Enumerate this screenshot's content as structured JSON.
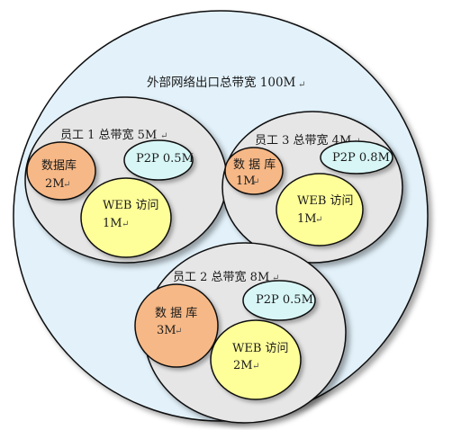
{
  "outer": {
    "title": "外部网络出口总带宽 100M"
  },
  "groups": [
    {
      "title": "员工 1 总带宽 5M",
      "db": {
        "line1": "数据库",
        "line2": "2M"
      },
      "p2p": {
        "label": "P2P 0.5M"
      },
      "web": {
        "line1": "WEB 访问",
        "line2": "1M"
      }
    },
    {
      "title": "员工 3 总带宽 4M",
      "db": {
        "line1": "数 据 库",
        "line2": "1M"
      },
      "p2p": {
        "label": "P2P 0.8M"
      },
      "web": {
        "line1": "WEB 访问",
        "line2": "1M"
      }
    },
    {
      "title": "员工 2 总带宽 8M",
      "db": {
        "line1": "数 据 库",
        "line2": "3M"
      },
      "p2p": {
        "label": "P2P 0.5M"
      },
      "web": {
        "line1": "WEB  访问",
        "line2": "2M"
      }
    }
  ],
  "colors": {
    "outer_fill": "#e2f1fa",
    "group_fill": "#e6e6e6",
    "db_fill": "#f6b886",
    "p2p_fill": "#d8f6f6",
    "web_fill": "#ffff99",
    "stroke": "#111111"
  }
}
